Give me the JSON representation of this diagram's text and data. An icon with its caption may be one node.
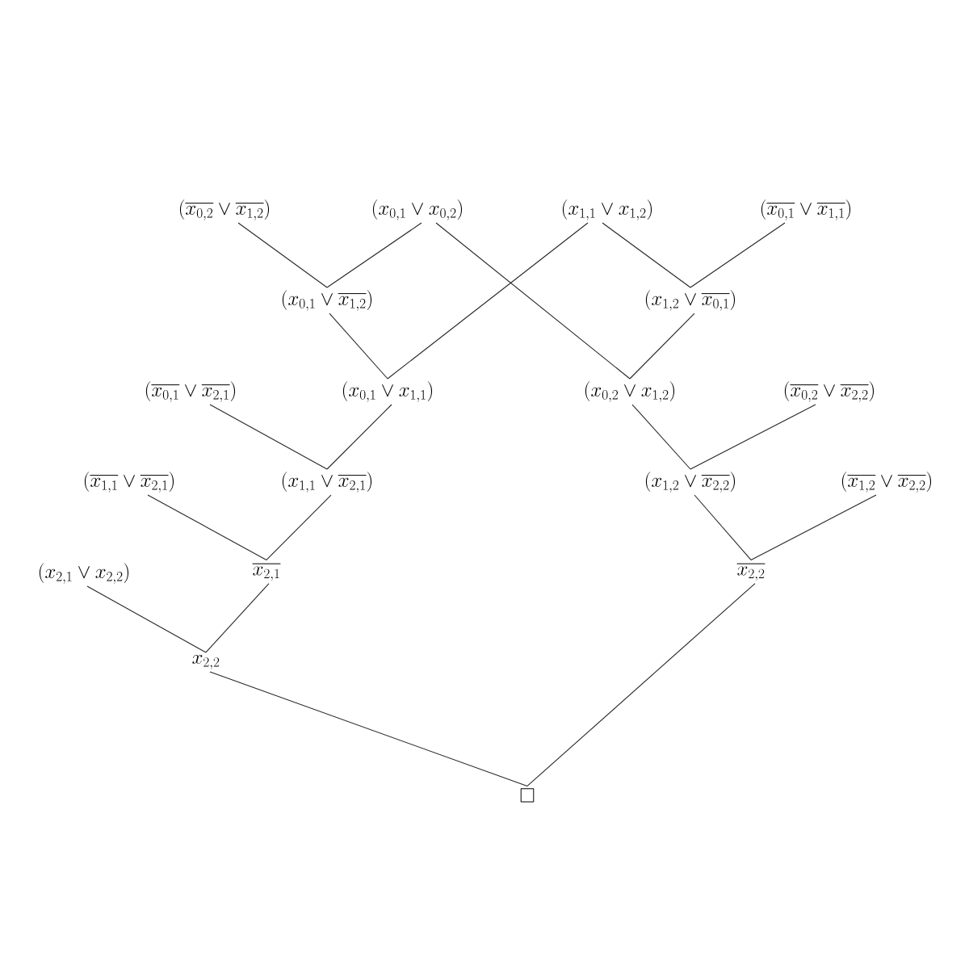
{
  "diagram": {
    "nodes": [
      {
        "text": [
          "(\\overline{x_{0,2}} \\vee \\overline{x_{1,2}})"
        ]
      },
      {
        "text": [
          "(x_{0,1} \\vee x_{0,2})"
        ]
      },
      {
        "text": [
          "(x_{1,1} \\vee x_{1,2})"
        ]
      },
      {
        "text": [
          "(\\overline{x_{0,1}} \\vee \\overline{x_{1,1}})"
        ]
      },
      {
        "text": [
          "(x_{0,1} \\vee \\overline{x_{1,2}})"
        ]
      },
      {
        "text": [
          "(x_{1,2} \\vee \\overline{x_{0,1}})"
        ]
      },
      {
        "text": [
          "(\\overline{x_{0,1}} \\vee \\overline{x_{2,1}})"
        ]
      },
      {
        "text": [
          "(x_{0,1} \\vee x_{1,1})"
        ]
      },
      {
        "text": [
          "(x_{0,2} \\vee x_{1,2})"
        ]
      },
      {
        "text": [
          "(\\overline{x_{0,2}} \\vee \\overline{x_{2,2}})"
        ]
      },
      {
        "text": [
          "(\\overline{x_{1,1}} \\vee \\overline{x_{2,1}})"
        ]
      },
      {
        "text": [
          "(x_{1,1} \\vee \\overline{x_{2,1}})"
        ]
      },
      {
        "text": [
          "(x_{1,2} \\vee \\overline{x_{2,2}})"
        ]
      },
      {
        "text": [
          "(\\overline{x_{1,2}} \\vee \\overline{x_{2,2}})"
        ]
      },
      {
        "text": [
          "(x_{2,1} \\vee x_{2,2})"
        ]
      },
      {
        "text": [
          "\\overline{x_{2,1}}"
        ]
      },
      {
        "text": [
          "\\overline{x_{2,2}}"
        ]
      },
      {
        "text": [
          "x_{2,2}"
        ]
      },
      {
        "text": [
          "\\square"
        ]
      }
    ],
    "edges": [
      {
        "from": 0,
        "to": 4,
        "arrow": "none"
      },
      {
        "from": 1,
        "to": 4,
        "arrow": "none"
      },
      {
        "from": 1,
        "to": 8,
        "arrow": "none"
      },
      {
        "from": 2,
        "to": 7,
        "arrow": "none"
      },
      {
        "from": 2,
        "to": 5,
        "arrow": "none"
      },
      {
        "from": 3,
        "to": 5,
        "arrow": "none"
      },
      {
        "from": 4,
        "to": 7,
        "arrow": "none"
      },
      {
        "from": 5,
        "to": 8,
        "arrow": "none"
      },
      {
        "from": 6,
        "to": 11,
        "arrow": "none"
      },
      {
        "from": 7,
        "to": 11,
        "arrow": "none"
      },
      {
        "from": 8,
        "to": 12,
        "arrow": "none"
      },
      {
        "from": 9,
        "to": 12,
        "arrow": "none"
      },
      {
        "from": 10,
        "to": 15,
        "arrow": "none"
      },
      {
        "from": 11,
        "to": 15,
        "arrow": "none"
      },
      {
        "from": 12,
        "to": 16,
        "arrow": "none"
      },
      {
        "from": 13,
        "to": 16,
        "arrow": "none"
      },
      {
        "from": 14,
        "to": 17,
        "arrow": "none"
      },
      {
        "from": 15,
        "to": 17,
        "arrow": "none"
      },
      {
        "from": 17,
        "to": 18,
        "arrow": "none"
      },
      {
        "from": 16,
        "to": 18,
        "arrow": "none"
      }
    ]
  }
}
